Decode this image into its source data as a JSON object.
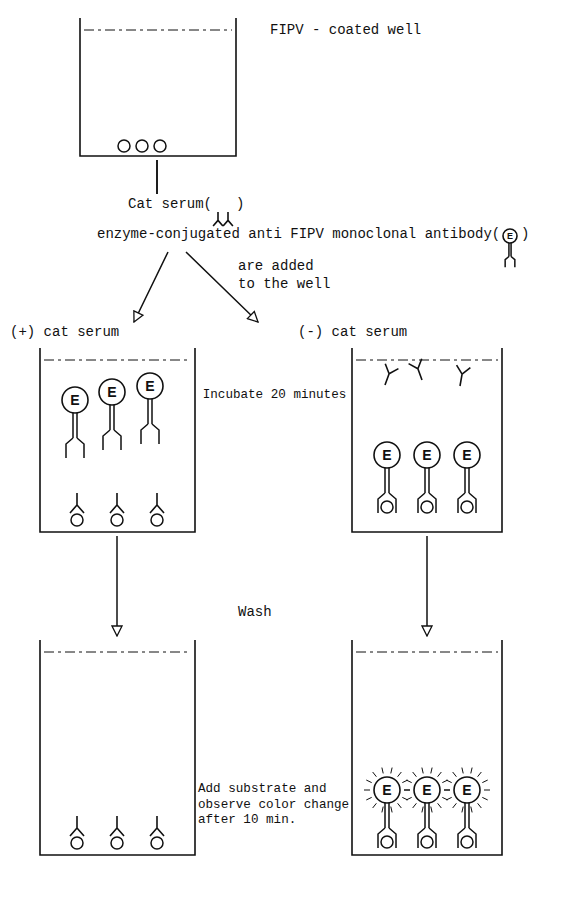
{
  "diagram": {
    "nodes": [
      {
        "text": [
          "FIPV - coated well"
        ]
      },
      {
        "text": [
          "(+) cat serum",
          "E",
          "E",
          "E"
        ]
      },
      {
        "text": [
          "(-) cat serum",
          "E",
          "E",
          "E"
        ]
      },
      {
        "text": []
      },
      {
        "text": [
          "E",
          "E",
          "E"
        ]
      }
    ],
    "edges": [
      {
        "from": 0,
        "to": 1,
        "arrow": "to"
      },
      {
        "from": 0,
        "to": 2,
        "arrow": "to"
      },
      {
        "from": 1,
        "to": 3,
        "arrow": "to"
      },
      {
        "from": 2,
        "to": 4,
        "arrow": "to"
      }
    ],
    "labels": [
      "Cat serum(",
      ")",
      "enzyme-conjugated anti FIPV monoclonal antibody(",
      "E",
      ")",
      "are added to the well",
      "Incubate 20 minutes",
      "Wash",
      "Add substrate and observe color change after 10 min."
    ]
  }
}
